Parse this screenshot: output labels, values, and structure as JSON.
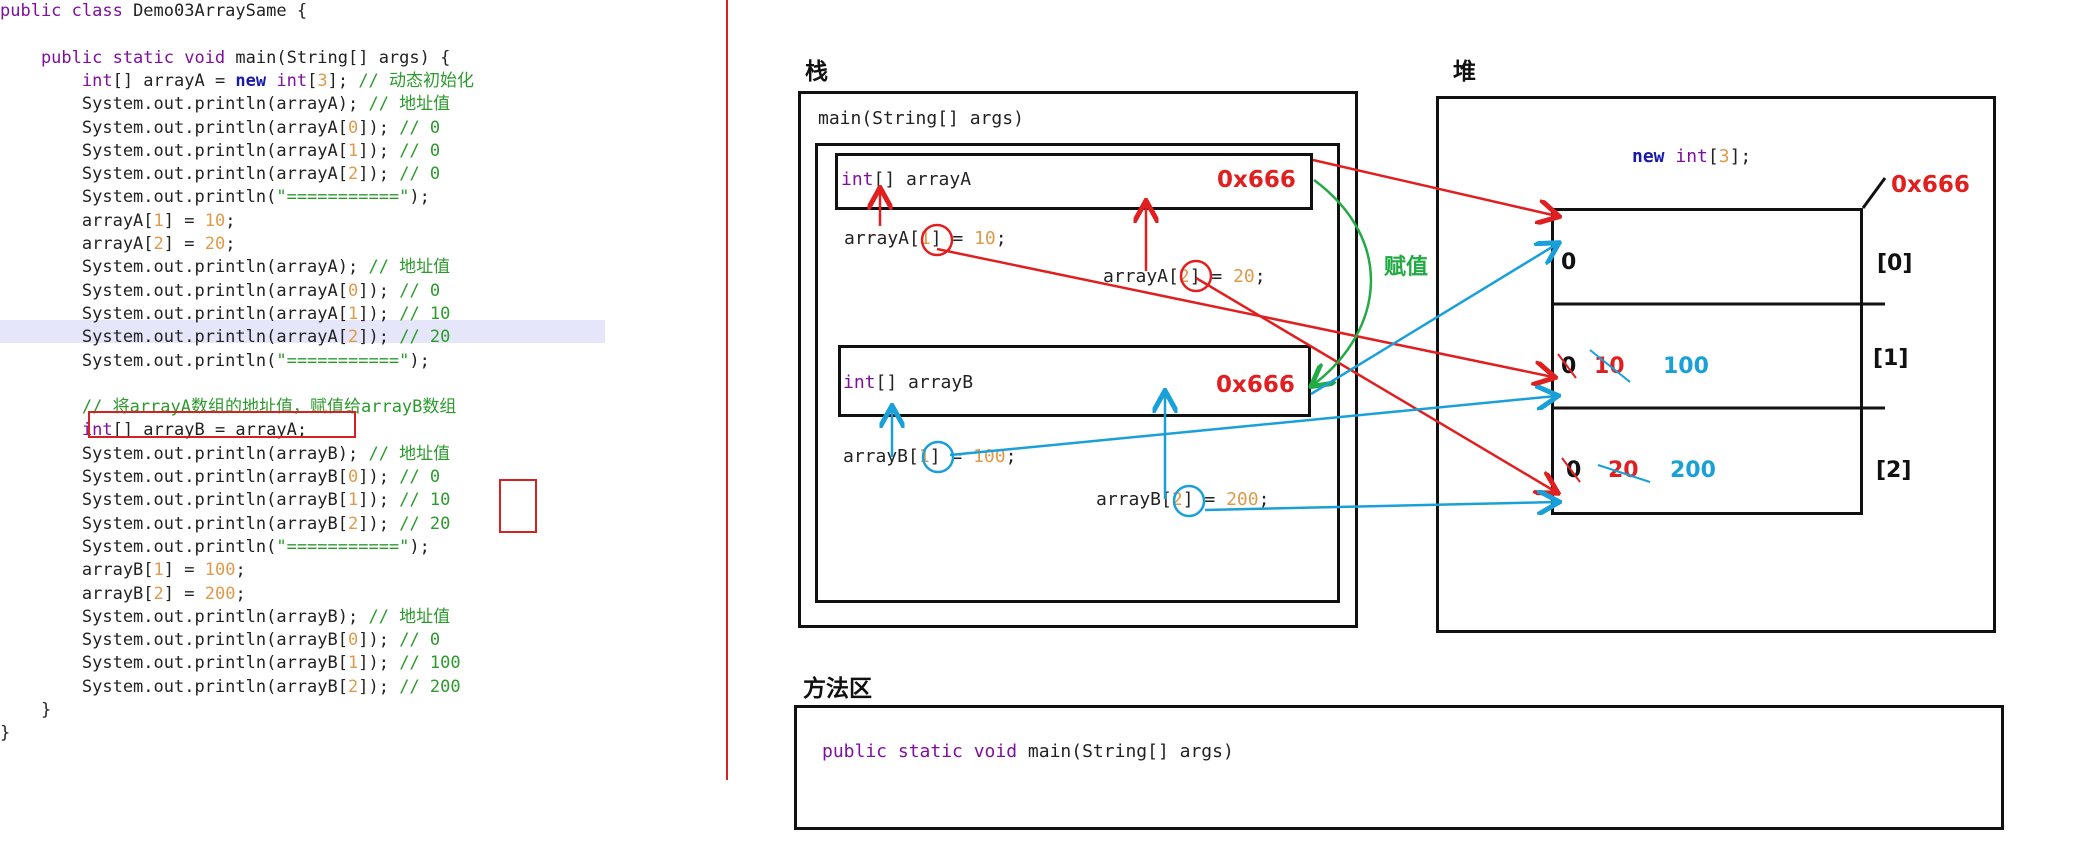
{
  "code": {
    "lines": [
      [
        {
          "t": "public class ",
          "c": "kw"
        },
        {
          "t": "Demo03ArraySame {",
          "c": ""
        }
      ],
      [],
      [
        {
          "t": "    public static void ",
          "c": "kw"
        },
        {
          "t": "main(String[] args) {",
          "c": ""
        }
      ],
      [
        {
          "t": "        int",
          "c": "kw"
        },
        {
          "t": "[] arrayA = ",
          "c": ""
        },
        {
          "t": "new ",
          "c": "kb"
        },
        {
          "t": "int",
          "c": "kw"
        },
        {
          "t": "[",
          "c": ""
        },
        {
          "t": "3",
          "c": "num"
        },
        {
          "t": "]; ",
          "c": ""
        },
        {
          "t": "// 动态初始化",
          "c": "cm"
        }
      ],
      [
        {
          "t": "        System.out.println(arrayA); ",
          "c": ""
        },
        {
          "t": "// 地址值",
          "c": "cm"
        }
      ],
      [
        {
          "t": "        System.out.println(arrayA[",
          "c": ""
        },
        {
          "t": "0",
          "c": "num"
        },
        {
          "t": "]); ",
          "c": ""
        },
        {
          "t": "// 0",
          "c": "cm"
        }
      ],
      [
        {
          "t": "        System.out.println(arrayA[",
          "c": ""
        },
        {
          "t": "1",
          "c": "num"
        },
        {
          "t": "]); ",
          "c": ""
        },
        {
          "t": "// 0",
          "c": "cm"
        }
      ],
      [
        {
          "t": "        System.out.println(arrayA[",
          "c": ""
        },
        {
          "t": "2",
          "c": "num"
        },
        {
          "t": "]); ",
          "c": ""
        },
        {
          "t": "// 0",
          "c": "cm"
        }
      ],
      [
        {
          "t": "        System.out.println(",
          "c": ""
        },
        {
          "t": "\"===========\"",
          "c": "str"
        },
        {
          "t": ");",
          "c": ""
        }
      ],
      [
        {
          "t": "        arrayA[",
          "c": ""
        },
        {
          "t": "1",
          "c": "num"
        },
        {
          "t": "] = ",
          "c": ""
        },
        {
          "t": "10",
          "c": "num"
        },
        {
          "t": ";",
          "c": ""
        }
      ],
      [
        {
          "t": "        arrayA[",
          "c": ""
        },
        {
          "t": "2",
          "c": "num"
        },
        {
          "t": "] = ",
          "c": ""
        },
        {
          "t": "20",
          "c": "num"
        },
        {
          "t": ";",
          "c": ""
        }
      ],
      [
        {
          "t": "        System.out.println(arrayA); ",
          "c": ""
        },
        {
          "t": "// 地址值",
          "c": "cm"
        }
      ],
      [
        {
          "t": "        System.out.println(arrayA[",
          "c": ""
        },
        {
          "t": "0",
          "c": "num"
        },
        {
          "t": "]); ",
          "c": ""
        },
        {
          "t": "// 0",
          "c": "cm"
        }
      ],
      [
        {
          "t": "        System.out.println(arrayA[",
          "c": ""
        },
        {
          "t": "1",
          "c": "num"
        },
        {
          "t": "]); ",
          "c": ""
        },
        {
          "t": "// 10",
          "c": "cm"
        }
      ],
      [
        {
          "t": "        System.out.println(arrayA[",
          "c": ""
        },
        {
          "t": "2",
          "c": "num"
        },
        {
          "t": "]); ",
          "c": ""
        },
        {
          "t": "// 20",
          "c": "cm"
        }
      ],
      [
        {
          "t": "        System.out.println(",
          "c": ""
        },
        {
          "t": "\"===========\"",
          "c": "str"
        },
        {
          "t": ");",
          "c": ""
        }
      ],
      [],
      [
        {
          "t": "        // 将arrayA数组的地址值，赋值给arrayB数组",
          "c": "cm"
        }
      ],
      [
        {
          "t": "        int",
          "c": "kw"
        },
        {
          "t": "[] arrayB = arrayA;",
          "c": ""
        }
      ],
      [
        {
          "t": "        System.out.println(arrayB); ",
          "c": ""
        },
        {
          "t": "// 地址值",
          "c": "cm"
        }
      ],
      [
        {
          "t": "        System.out.println(arrayB[",
          "c": ""
        },
        {
          "t": "0",
          "c": "num"
        },
        {
          "t": "]); ",
          "c": ""
        },
        {
          "t": "// 0",
          "c": "cm"
        }
      ],
      [
        {
          "t": "        System.out.println(arrayB[",
          "c": ""
        },
        {
          "t": "1",
          "c": "num"
        },
        {
          "t": "]); ",
          "c": ""
        },
        {
          "t": "// 10",
          "c": "cm"
        }
      ],
      [
        {
          "t": "        System.out.println(arrayB[",
          "c": ""
        },
        {
          "t": "2",
          "c": "num"
        },
        {
          "t": "]); ",
          "c": ""
        },
        {
          "t": "// 20",
          "c": "cm"
        }
      ],
      [
        {
          "t": "        System.out.println(",
          "c": ""
        },
        {
          "t": "\"===========\"",
          "c": "str"
        },
        {
          "t": ");",
          "c": ""
        }
      ],
      [
        {
          "t": "        arrayB[",
          "c": ""
        },
        {
          "t": "1",
          "c": "num"
        },
        {
          "t": "] = ",
          "c": ""
        },
        {
          "t": "100",
          "c": "num"
        },
        {
          "t": ";",
          "c": ""
        }
      ],
      [
        {
          "t": "        arrayB[",
          "c": ""
        },
        {
          "t": "2",
          "c": "num"
        },
        {
          "t": "] = ",
          "c": ""
        },
        {
          "t": "200",
          "c": "num"
        },
        {
          "t": ";",
          "c": ""
        }
      ],
      [
        {
          "t": "        System.out.println(arrayB); ",
          "c": ""
        },
        {
          "t": "// 地址值",
          "c": "cm"
        }
      ],
      [
        {
          "t": "        System.out.println(arrayB[",
          "c": ""
        },
        {
          "t": "0",
          "c": "num"
        },
        {
          "t": "]); ",
          "c": ""
        },
        {
          "t": "// 0",
          "c": "cm"
        }
      ],
      [
        {
          "t": "        System.out.println(arrayB[",
          "c": ""
        },
        {
          "t": "1",
          "c": "num"
        },
        {
          "t": "]); ",
          "c": ""
        },
        {
          "t": "// 100",
          "c": "cm"
        }
      ],
      [
        {
          "t": "        System.out.println(arrayB[",
          "c": ""
        },
        {
          "t": "2",
          "c": "num"
        },
        {
          "t": "]); ",
          "c": ""
        },
        {
          "t": "// 200",
          "c": "cm"
        }
      ],
      [
        {
          "t": "    }",
          "c": ""
        }
      ],
      [
        {
          "t": "}",
          "c": ""
        }
      ]
    ]
  },
  "diagram": {
    "stack_label": "栈",
    "heap_label": "堆",
    "method_area_label": "方法区",
    "main_frame": "main(String[] args)",
    "arrayA_decl": "arrayA",
    "arrayB_decl": "arrayB",
    "int_brackets": "int",
    "brackets": "[]",
    "address": "0x666",
    "assign_label": "赋值",
    "stmt_a1": {
      "pre": "arrayA[",
      "idx": "1",
      "post": "] = ",
      "val": "10",
      ";": ";"
    },
    "stmt_a2": {
      "pre": "arrayA[",
      "idx": "2",
      "post": "] = ",
      "val": "20"
    },
    "stmt_b1": {
      "pre": "arrayB[",
      "idx": "1",
      "post": "] = ",
      "val": "100"
    },
    "stmt_b2": {
      "pre": "arrayB[",
      "idx": "2",
      "post": "] = ",
      "val": "200"
    },
    "semicolon": ";",
    "heap_new": {
      "new": "new ",
      "int": "int",
      "open": "[",
      "size": "3",
      "close": "];"
    },
    "heap_cells": [
      {
        "index": "[0]",
        "initial": "0"
      },
      {
        "index": "[1]",
        "initial": "0",
        "after_a": "10",
        "after_b": "100"
      },
      {
        "index": "[2]",
        "initial": "0",
        "after_a": "20",
        "after_b": "200"
      }
    ],
    "method_area_sig": {
      "kw": "public static void ",
      "rest": "main(String[] args)"
    },
    "colors": {
      "red": "#e02020",
      "blue": "#1aa0d8",
      "green": "#22aa44"
    }
  }
}
